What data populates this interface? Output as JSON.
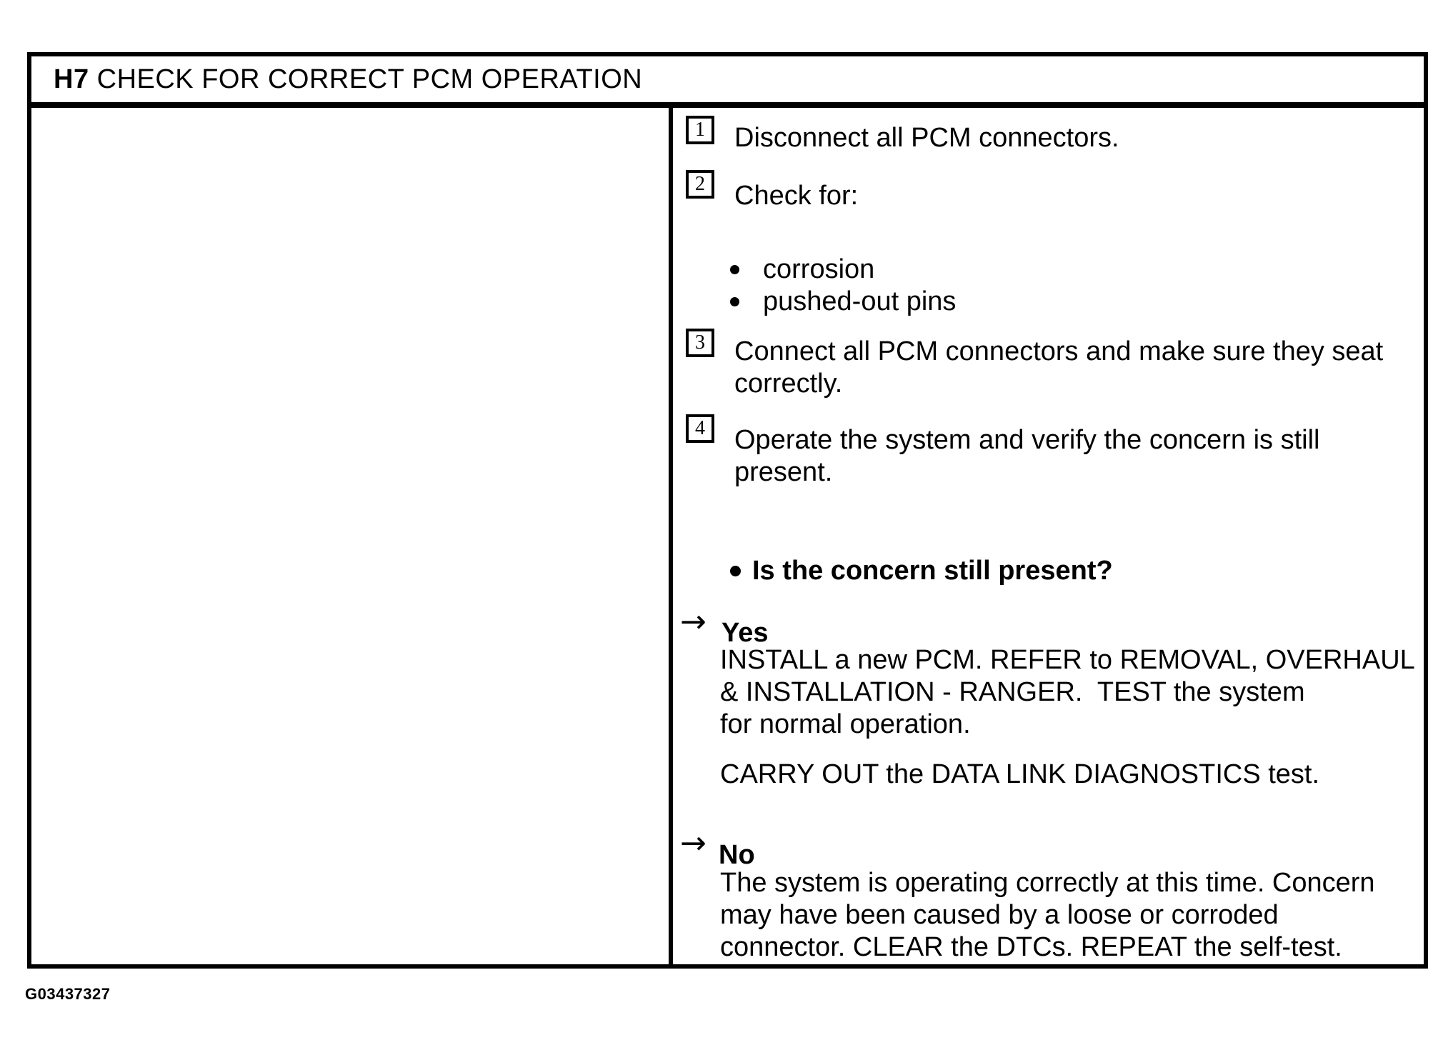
{
  "header": {
    "code": "H7",
    "title": " CHECK FOR CORRECT PCM OPERATION"
  },
  "steps": [
    {
      "num": "1",
      "text": "Disconnect all PCM connectors."
    },
    {
      "num": "2",
      "text": "Check for:"
    },
    {
      "num": "3",
      "text": "Connect all PCM connectors and make sure they seat\ncorrectly."
    },
    {
      "num": "4",
      "text": "Operate the system and verify the concern is still\npresent."
    }
  ],
  "check_items": [
    "corrosion",
    "pushed-out pins"
  ],
  "question": "Is the concern still present?",
  "arrow_icon": "→",
  "results": {
    "yes": {
      "label": "Yes",
      "instruction": "INSTALL a new PCM. REFER to REMOVAL, OVERHAUL\n& INSTALLATION - RANGER.  TEST the system\nfor normal operation.",
      "followup": "CARRY OUT the DATA LINK DIAGNOSTICS test."
    },
    "no": {
      "label": "No",
      "instruction": "The system is operating correctly at this time. Concern\nmay have been caused by a loose or corroded\nconnector. CLEAR the DTCs. REPEAT the self-test."
    }
  },
  "figure_id": "G03437327"
}
